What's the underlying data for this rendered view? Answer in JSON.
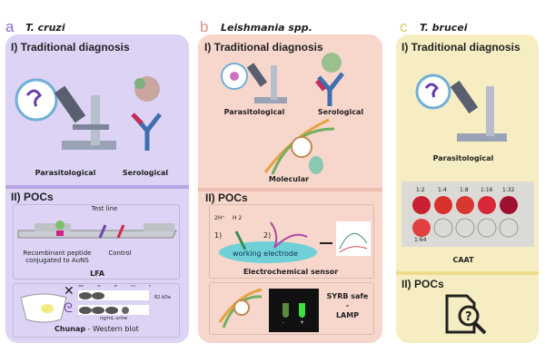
{
  "panels": [
    {
      "letter": "a",
      "organism": "T. cruzi",
      "color": "#dcd3f5",
      "letter_color": "#8a6fc7",
      "traditional": {
        "title": "I) Traditional diagnosis",
        "items": [
          "Parasitological",
          "Serological"
        ]
      },
      "pocs": {
        "title": "II) POCs",
        "lfa": {
          "test_line": "Test line",
          "peptide": "Recombinant peptide conjugated to AuNS",
          "control": "Control",
          "name": "LFA"
        },
        "western": {
          "lane_labels": [
            "500",
            "50",
            "25",
            "0.5",
            "0"
          ],
          "kda": "82 kDa",
          "unit": "ng/mL urine",
          "name_bold": "Chunap",
          "name_rest": " - Western blot"
        }
      }
    },
    {
      "letter": "b",
      "organism": "Leishmania spp.",
      "color": "#f7d6cc",
      "letter_color": "#d99480",
      "traditional": {
        "title": "I) Traditional diagnosis",
        "items": [
          "Parasitological",
          "Serological",
          "Molecular"
        ]
      },
      "pocs": {
        "title": "II) POCs",
        "electro": {
          "step1": "1)",
          "step2": "2)",
          "reaction_left": "2H⁺",
          "reaction_right": "H 2",
          "electrode": "working electrode",
          "name": "Electrochemical sensor"
        },
        "lamp": {
          "line1": "SYRB safe",
          "line2": "-",
          "line3": "LAMP",
          "minus": "-",
          "plus": "+"
        }
      }
    },
    {
      "letter": "c",
      "organism": "T. brucei",
      "color": "#f6eec2",
      "letter_color": "#e0c860",
      "traditional": {
        "title": "I) Traditional diagnosis",
        "items": [
          "Parasitological"
        ]
      },
      "caat": {
        "dilutions": [
          "1:2",
          "1:4",
          "1:8",
          "1:16",
          "1:32",
          "1:64"
        ],
        "name": "CAAT"
      },
      "pocs": {
        "title": "II) POCs"
      }
    }
  ]
}
